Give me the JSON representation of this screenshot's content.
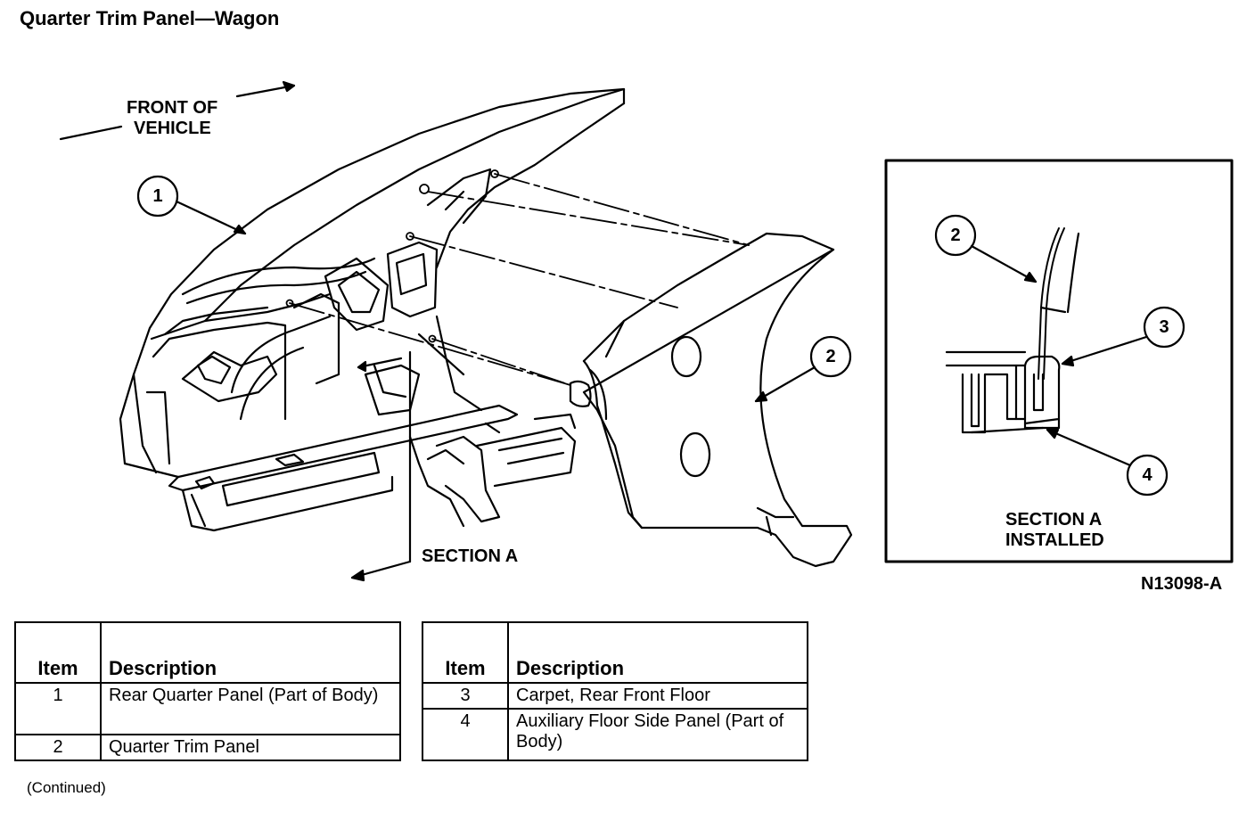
{
  "title": "Quarter Trim Panel—Wagon",
  "diagram": {
    "labels": {
      "front_line1": "FRONT OF",
      "front_line2": "VEHICLE",
      "section_a": "SECTION A",
      "inset_line1": "SECTION A",
      "inset_line2": "INSTALLED"
    },
    "callouts": [
      "1",
      "2",
      "2",
      "3",
      "4"
    ],
    "reference": "N13098-A"
  },
  "table_left": {
    "headers": {
      "item": "Item",
      "description": "Description"
    },
    "rows": [
      {
        "item": "1",
        "description": "Rear Quarter Panel (Part of Body)"
      },
      {
        "item": "2",
        "description": "Quarter Trim Panel"
      }
    ]
  },
  "table_right": {
    "headers": {
      "item": "Item",
      "description": "Description"
    },
    "rows": [
      {
        "item": "3",
        "description": "Carpet, Rear Front Floor"
      },
      {
        "item": "4",
        "description": "Auxiliary Floor Side Panel (Part of Body)"
      }
    ]
  },
  "footnote": "(Continued)"
}
